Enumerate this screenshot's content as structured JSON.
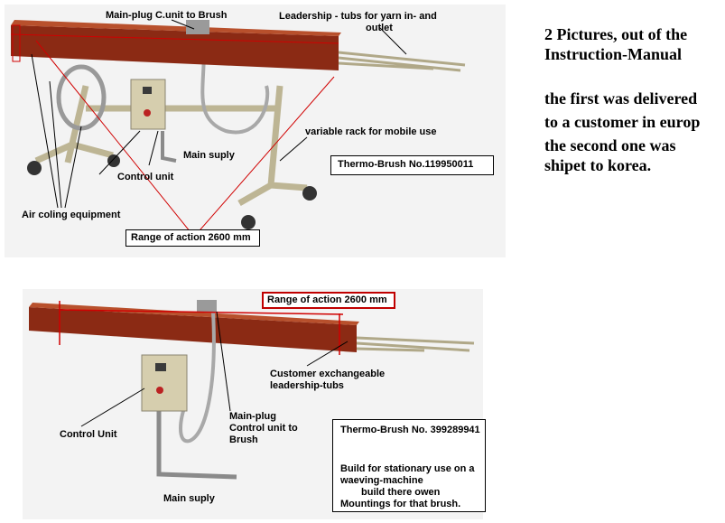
{
  "top_figure": {
    "labels": {
      "main_plug": "Main-plug C.unit to Brush",
      "leadership_1": "Leadership - tubs for yarn in- and",
      "leadership_2": "outlet",
      "variable_rack": "variable rack for mobile use",
      "main_suply": "Main suply",
      "control_unit": "Control unit",
      "air_cooling": "Air coling equipment",
      "serial": "Thermo-Brush No.119950011",
      "range": "Range of action 2600 mm"
    }
  },
  "bottom_figure": {
    "labels": {
      "range": "Range of action 2600 mm",
      "exchangeable_1": "Customer exchangeable",
      "exchangeable_2": "leadership-tubs",
      "main_plug_1": "Main-plug",
      "main_plug_2": "Control unit to",
      "main_plug_3": "Brush",
      "control_unit": "Control Unit",
      "main_suply": "Main suply"
    },
    "info_box": {
      "title": "Thermo-Brush No. 399289941",
      "line1": "Build for stationary use on a",
      "line2": "waeving-machine",
      "line3": "build there owen",
      "line4": "Mountings for that brush."
    }
  },
  "side_text": {
    "heading_1": "2 Pictures, out of the",
    "heading_2": "Instruction-Manual",
    "body_1": "the first was delivered",
    "body_2": "to a customer in europ",
    "body_3": "the second one was",
    "body_4": "shipet to korea."
  },
  "colors": {
    "brush_wood": "#8b2a14",
    "brush_highlight": "#b8502c",
    "frame_metal": "#c8c0a0",
    "red_line": "#d00000"
  }
}
